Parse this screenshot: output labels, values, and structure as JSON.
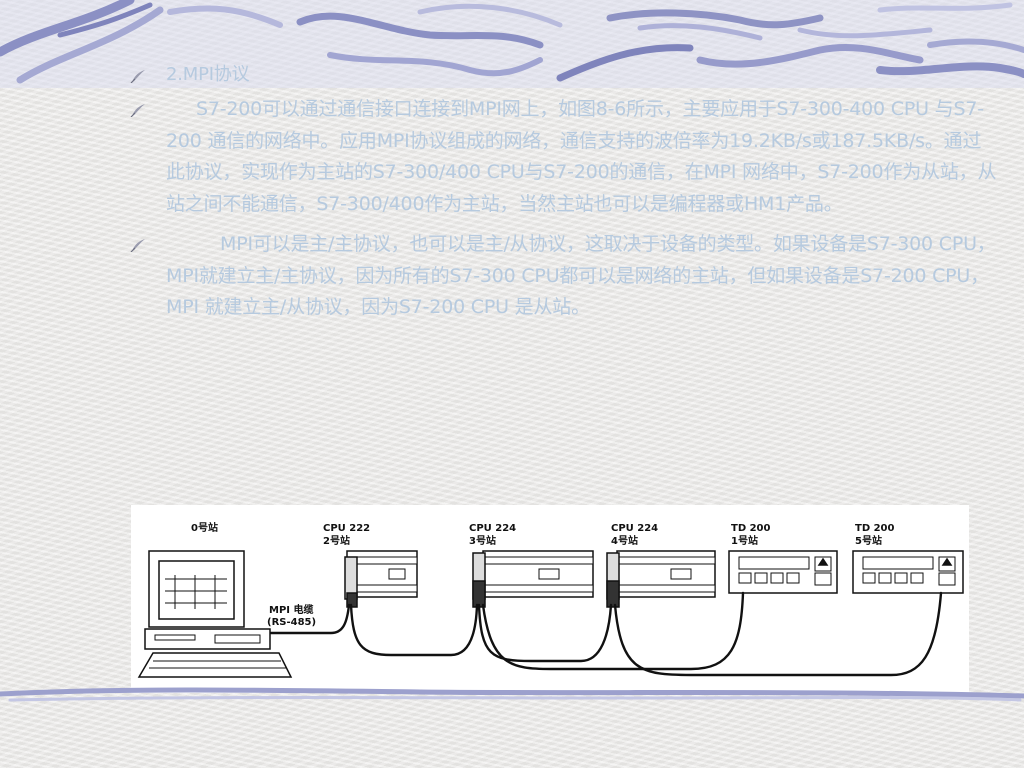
{
  "bullets": [
    {
      "text": "2.MPI协议"
    },
    {
      "text": "S7-200可以通过通信接口连接到MPI网上，如图8-6所示，主要应用于S7-300-400 CPU 与S7-200 通信的网络中。应用MPI协议组成的网络，通信支持的波倍率为19.2KB/s或187.5KB/s。通过此协议，实现作为主站的S7-300/400 CPU与S7-200的通信，在MPI 网络中，S7-200作为从站，从站之间不能通信，S7-300/400作为主站，当然主站也可以是编程器或HM1产品。"
    },
    {
      "text": "MPI可以是主/主协议，也可以是主/从协议，这取决于设备的类型。如果设备是S7-300 CPU，MPI就建立主/主协议，因为所有的S7-300 CPU都可以是网络的主站，但如果设备是S7-200 CPU，MPI 就建立主/从协议，因为S7-200 CPU 是从站。"
    }
  ],
  "figure": {
    "station0_label": "0号站",
    "cable_label_1": "MPI 电缆",
    "cable_label_2": "(RS-485)",
    "devices": [
      {
        "model": "CPU 222",
        "station": "2号站"
      },
      {
        "model": "CPU 224",
        "station": "3号站"
      },
      {
        "model": "CPU 224",
        "station": "4号站"
      },
      {
        "model": "TD 200",
        "station": "1号站"
      },
      {
        "model": "TD 200",
        "station": "5号站"
      }
    ]
  },
  "colors": {
    "text": "#b6cadf",
    "decor": "#8e93c4"
  },
  "icons": {
    "bullet": "quill-bullet-icon"
  }
}
